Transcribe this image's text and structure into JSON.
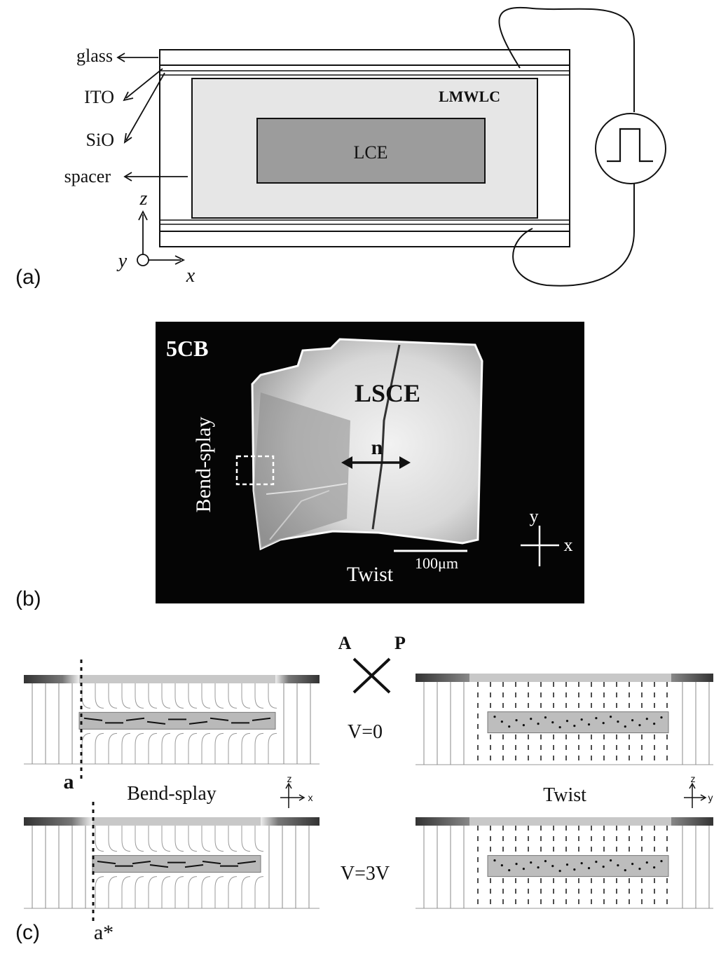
{
  "panel_a": {
    "letter": "(a)",
    "layers": {
      "glass": "glass",
      "ito": "ITO",
      "sio": "SiO",
      "spacer": "spacer"
    },
    "host": "LMWLC",
    "elastomer": "LCE",
    "axes": {
      "z": "z",
      "y": "y",
      "x": "x"
    },
    "source_icon": "square-pulse-icon"
  },
  "panel_b": {
    "letter": "(b)",
    "material": "5CB",
    "sample": "LSCE",
    "director": "n",
    "bend_splay": "Bend-splay",
    "twist": "Twist",
    "scale_bar": "100μm",
    "axes": {
      "y": "y",
      "x": "x"
    }
  },
  "panel_c": {
    "letter": "(c)",
    "analyzer": "A",
    "polarizer": "P",
    "v0": "V=0",
    "v3": "V=3V",
    "bend_splay": "Bend-splay",
    "twist": "Twist",
    "a_mark": "a",
    "a_star_mark": "a*",
    "axes_left": {
      "z": "z",
      "x": "x"
    },
    "axes_right": {
      "z": "z",
      "y": "y"
    }
  }
}
